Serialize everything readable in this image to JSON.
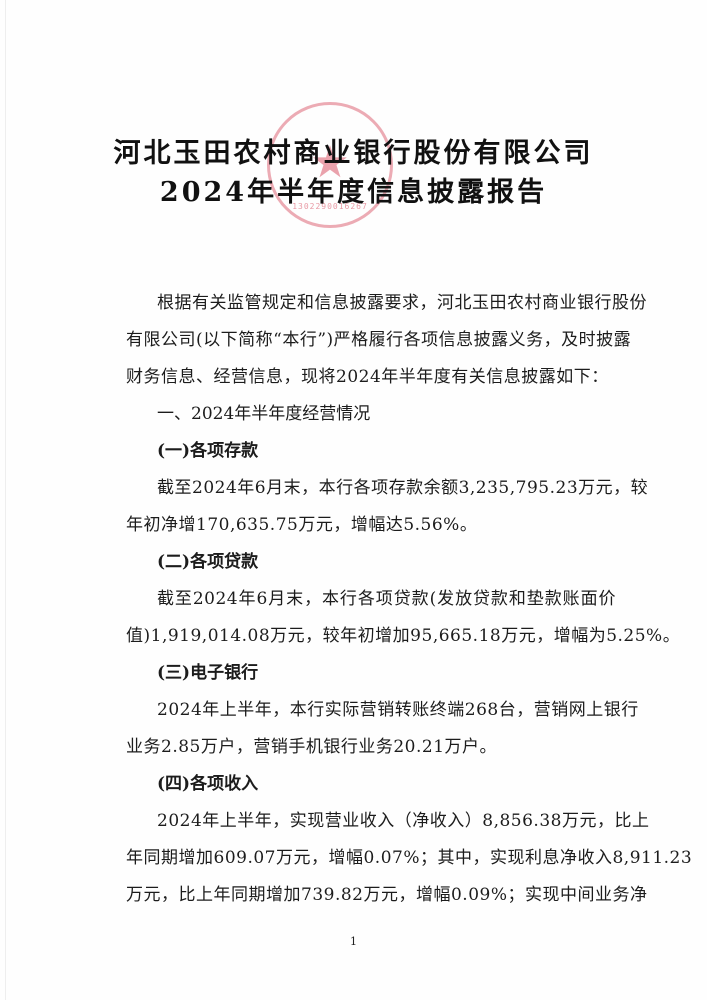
{
  "document": {
    "title_line_1": "河北玉田农村商业银行股份有限公司",
    "title_line_2": "2024年半年度信息披露报告",
    "seal": {
      "icon": "red-star-seal",
      "number_text": "1302290016267",
      "color": "#d6465a"
    },
    "intro": {
      "lines": [
        "根据有关监管规定和信息披露要求，河北玉田农村商业银行股份",
        "有限公司(以下简称“本行”)严格履行各项信息披露义务，及时披露",
        "财务信息、经营信息，现将2024年半年度有关信息披露如下："
      ]
    },
    "section_1": {
      "heading": "一、2024年半年度经营情况",
      "subsections": [
        {
          "heading": "(一)各项存款",
          "lines": [
            "截至2024年6月末，本行各项存款余额3,235,795.23万元，较",
            "年初净增170,635.75万元，增幅达5.56%。"
          ]
        },
        {
          "heading": "(二)各项贷款",
          "lines": [
            "截至2024年6月末，本行各项贷款(发放贷款和垫款账面价",
            "值)1,919,014.08万元，较年初增加95,665.18万元，增幅为5.25%。"
          ]
        },
        {
          "heading": "(三)电子银行",
          "lines": [
            "2024年上半年，本行实际营销转账终端268台，营销网上银行",
            "业务2.85万户，营销手机银行业务20.21万户。"
          ]
        },
        {
          "heading": "(四)各项收入",
          "lines": [
            "2024年上半年，实现营业收入（净收入）8,856.38万元，比上",
            "年同期增加609.07万元，增幅0.07%；其中，实现利息净收入8,911.23",
            "万元，比上年同期增加739.82万元，增幅0.09%；实现中间业务净"
          ]
        }
      ]
    },
    "page_number": "1"
  }
}
